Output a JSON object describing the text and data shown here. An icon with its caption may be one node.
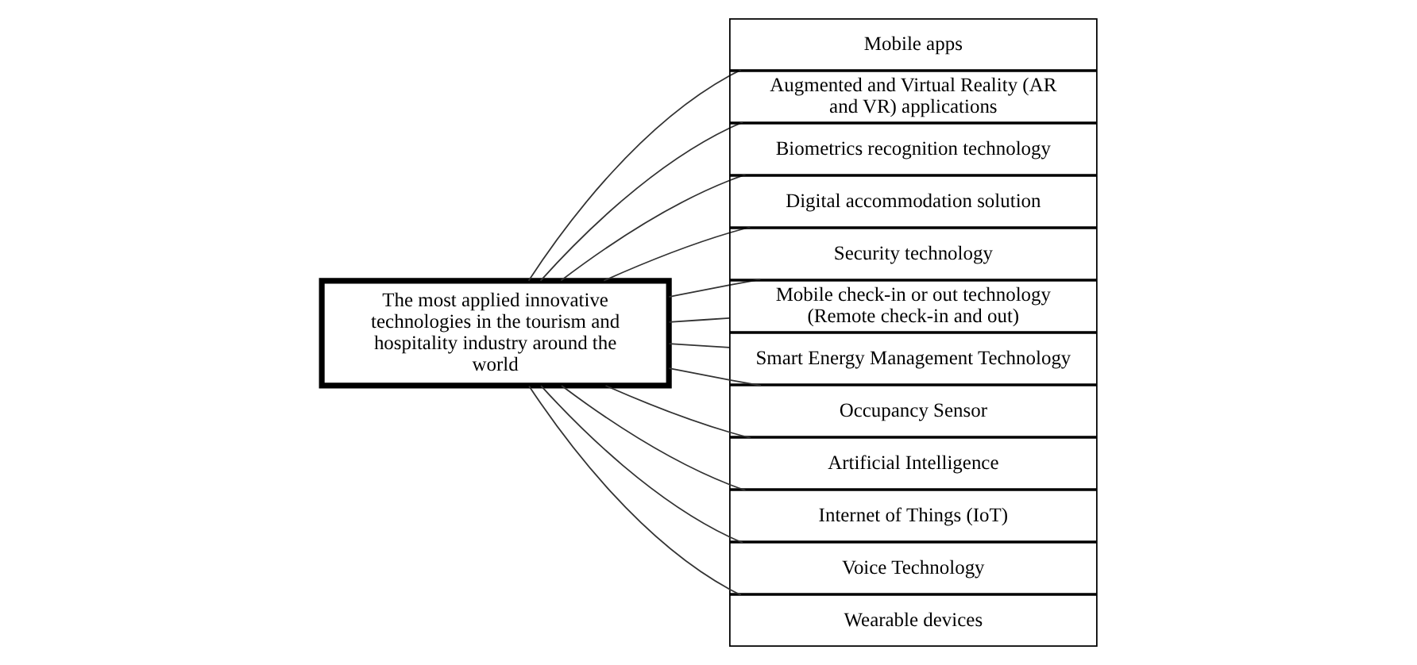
{
  "diagram": {
    "nodes": [
      {
        "text": [
          "The most applied innovative technologies in the tourism and hospitality industry around the world"
        ]
      },
      {
        "text": [
          "Mobile apps"
        ]
      },
      {
        "text": [
          "Augmented and Virtual Reality (AR and VR) applications"
        ]
      },
      {
        "text": [
          "Biometrics recognition technology"
        ]
      },
      {
        "text": [
          "Digital accommodation solution"
        ]
      },
      {
        "text": [
          "Security technology"
        ]
      },
      {
        "text": [
          "Mobile check-in or out technology (Remote check-in and out)"
        ]
      },
      {
        "text": [
          "Smart Energy Management Technology"
        ]
      },
      {
        "text": [
          "Occupancy Sensor"
        ]
      },
      {
        "text": [
          "Artificial Intelligence"
        ]
      },
      {
        "text": [
          "Internet of Things (IoT)"
        ]
      },
      {
        "text": [
          "Voice Technology"
        ]
      },
      {
        "text": [
          "Wearable devices"
        ]
      }
    ],
    "edges": [
      {
        "from": 0,
        "to": 1,
        "arrow": "none"
      },
      {
        "from": 0,
        "to": 2,
        "arrow": "none"
      },
      {
        "from": 0,
        "to": 3,
        "arrow": "none"
      },
      {
        "from": 0,
        "to": 4,
        "arrow": "none"
      },
      {
        "from": 0,
        "to": 5,
        "arrow": "none"
      },
      {
        "from": 0,
        "to": 6,
        "arrow": "none"
      },
      {
        "from": 0,
        "to": 7,
        "arrow": "none"
      },
      {
        "from": 0,
        "to": 8,
        "arrow": "none"
      },
      {
        "from": 0,
        "to": 9,
        "arrow": "none"
      },
      {
        "from": 0,
        "to": 10,
        "arrow": "none"
      },
      {
        "from": 0,
        "to": 11,
        "arrow": "none"
      },
      {
        "from": 0,
        "to": 12,
        "arrow": "none"
      }
    ]
  }
}
